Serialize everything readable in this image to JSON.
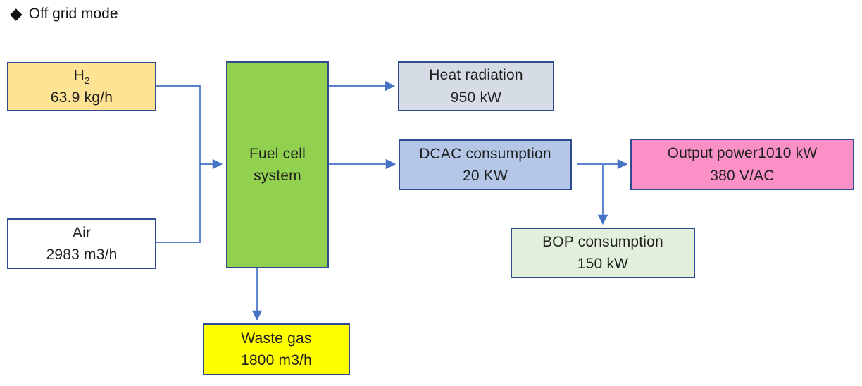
{
  "title": {
    "bullet": "◆",
    "text": "Off grid mode"
  },
  "diagram": {
    "nodes": {
      "h2": {
        "symbol": "H",
        "subscript": "2",
        "value": "63.9 kg/h",
        "fill": "#FEE395"
      },
      "air": {
        "label": "Air",
        "value": "2983 m3/h",
        "fill": "#FFFFFF"
      },
      "fuel_cell": {
        "line1": "Fuel cell",
        "line2": "system",
        "fill": "#92D050"
      },
      "heat_radiation": {
        "label": "Heat radiation",
        "value": "950 kW",
        "fill": "#D6DCE5"
      },
      "dcac": {
        "label": "DCAC consumption",
        "value": "20 KW",
        "fill": "#B4C7E7"
      },
      "output_power": {
        "label": "Output power1010 kW",
        "value": "380 V/AC",
        "fill": "#FA90C5"
      },
      "bop": {
        "label": "BOP consumption",
        "value": "150 kW",
        "fill": "#E2EFDA"
      },
      "waste_gas": {
        "label": "Waste gas",
        "value": "1800 m3/h",
        "fill": "#FFFF00"
      }
    },
    "edges": [
      {
        "from": "h2",
        "to": "fuel_cell"
      },
      {
        "from": "air",
        "to": "fuel_cell"
      },
      {
        "from": "fuel_cell",
        "to": "heat_radiation"
      },
      {
        "from": "fuel_cell",
        "to": "dcac"
      },
      {
        "from": "dcac",
        "to": "output_power"
      },
      {
        "from": "dcac",
        "to": "bop"
      },
      {
        "from": "fuel_cell",
        "to": "waste_gas"
      }
    ],
    "colors": {
      "border": "#2E4C8F",
      "connector": "#4472C4",
      "text": "#1F1F1F",
      "background": "#FFFFFF"
    }
  }
}
